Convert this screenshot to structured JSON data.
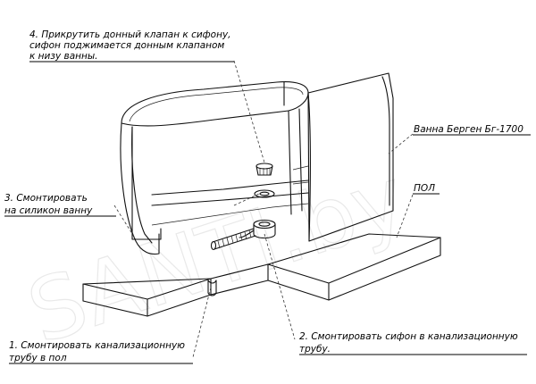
{
  "watermark": "SANTI.by",
  "labels": {
    "step4": [
      "4. Прикрутить донный клапан к сифону,",
      "сифон поджимается донным клапаном",
      "к низу ванны."
    ],
    "step3": [
      "3. Смонтировать",
      "на силикон ванну"
    ],
    "step1": [
      "1.  Смонтировать канализационную",
      "трубу в пол"
    ],
    "step2": [
      "2. Смонтировать сифон в канализационную",
      "трубу."
    ],
    "tub": "Ванна Берген Бг-1700",
    "floor": "ПОЛ"
  }
}
